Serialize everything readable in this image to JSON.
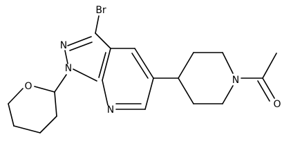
{
  "molecule": {
    "atoms": {
      "bromine": "Br",
      "pyrazole_n2": "N",
      "pyrazole_n1": "N",
      "pyridine_n": "N",
      "oxane_o": "O",
      "piperidine_n": "N",
      "carbonyl_o": "O"
    },
    "colors": {
      "ink": "#000000",
      "background": "#ffffff"
    }
  }
}
